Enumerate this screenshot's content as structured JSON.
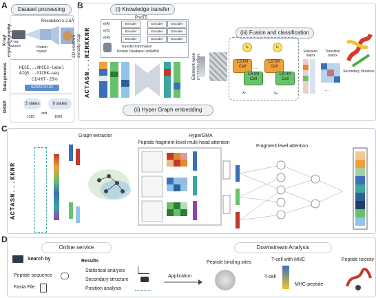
{
  "panels": {
    "a": "A",
    "b": "B",
    "c": "C",
    "d": "D"
  },
  "panel_a": {
    "title": "Dataset processing",
    "xray_label": "X-ray crystallography",
    "resolution": "Resolution ≥ 2.5Å",
    "xray_source": "X-ray source",
    "protein_crystal": "Protein crystal",
    "density_map": "3D electron density map",
    "data_process_label": "Data process",
    "seq_line1": "HECE...HHCEC—label",
    "seq_line2": "AIQS...GICRK—seq",
    "cdhit": "CD-HIT - 25%",
    "scratch": "SCRATCH-1D",
    "dssp_label": "DSSP",
    "states3": "3 states",
    "states8": "8 states",
    "n1285": "1285",
    "and": "and",
    "n1060": "1060"
  },
  "panel_b": {
    "sequence": "ACTASN...RIRKKNR",
    "knowledge": "(i) Knowledge transfer",
    "protT5": "ProtT5",
    "inputs": [
      "e(A)",
      "e(C)",
      "e(R)"
    ],
    "encoder": "Encoder",
    "transfer": "Transfer information",
    "db": "Protein Database UniRef50",
    "elementwise": "Element-wise multiplication",
    "fusion": "(iii) Fusion and classification",
    "ht": "hₜ",
    "lstm": "LSTM Cell",
    "x0": "x₀",
    "xn": "xₙ",
    "emission": "Emission matrix",
    "transition": "Transition matrix",
    "secondary": "Secondary Structure",
    "dots": "...",
    "hyper": "(ii) Hyper Graph embedding"
  },
  "panel_c": {
    "sequence": "ACTASN...KKNR",
    "graph_extractor": "Graph extractor",
    "hypergma": "HyperGMA",
    "fragment_mha": "Peptide fragment-level multi-head attention",
    "fragment_att": "Fragment level attention"
  },
  "panel_d": {
    "online": "Online service",
    "downstream": "Downstream Analysis",
    "search_by": "Search by",
    "peptide_sequence": "Peptide sequence",
    "fasta": "Fasta File",
    "results": "Results",
    "r1": "Statistical analysis",
    "r2": "Secondary structure",
    "r3": "Position analysis",
    "application": "Application",
    "binding": "Peptide binding sites",
    "tcell_mhc": "T-cell with MHC",
    "tcell": "T-cell",
    "mhc_peptide": "MHC-peptide",
    "toxicity": "Peptide toxicity"
  },
  "colors": {
    "orange": "#f0a03a",
    "green": "#67c36b",
    "blue": "#3b6fb6",
    "red": "#c0392b",
    "teal": "#3aa6a0",
    "gray_fill": "#eef1f4"
  }
}
